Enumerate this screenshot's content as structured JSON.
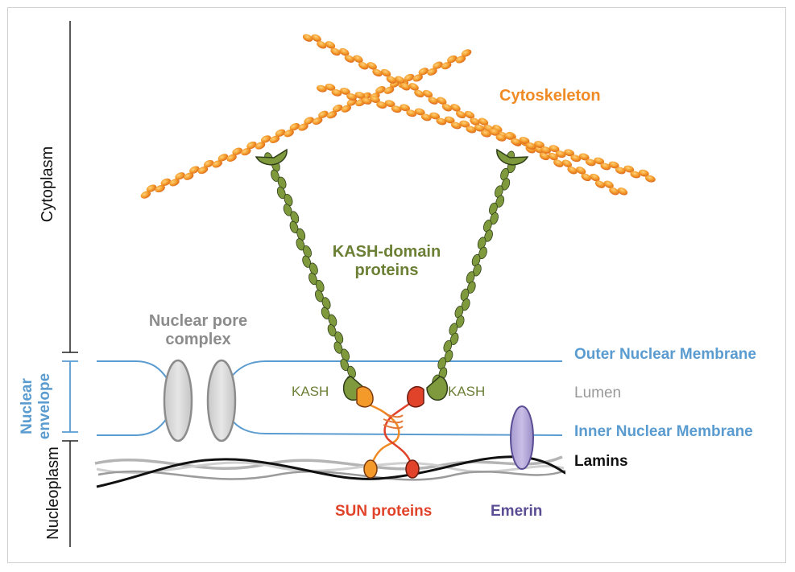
{
  "regions": {
    "cytoplasm": "Cytoplasm",
    "nuclear_envelope": "Nuclear envelope",
    "nucleoplasm": "Nucleoplasm"
  },
  "labels": {
    "cytoskeleton": "Cytoskeleton",
    "kash_domain_line1": "KASH-domain",
    "kash_domain_line2": "proteins",
    "npc_line1": "Nuclear pore",
    "npc_line2": "complex",
    "outer_membrane": "Outer Nuclear Membrane",
    "lumen": "Lumen",
    "inner_membrane": "Inner Nuclear Membrane",
    "lamins": "Lamins",
    "kash_left": "KASH",
    "kash_right": "KASH",
    "sun_proteins": "SUN proteins",
    "emerin": "Emerin"
  },
  "colors": {
    "cytoskeleton": "#f08a24",
    "kash": "#6b7f35",
    "membrane": "#5a9bd0",
    "lumen": "#9a9a9a",
    "npc": "#8c8c8c",
    "sun": "#e0432a",
    "emerin": "#5b4d94",
    "lamins": "#111111"
  }
}
